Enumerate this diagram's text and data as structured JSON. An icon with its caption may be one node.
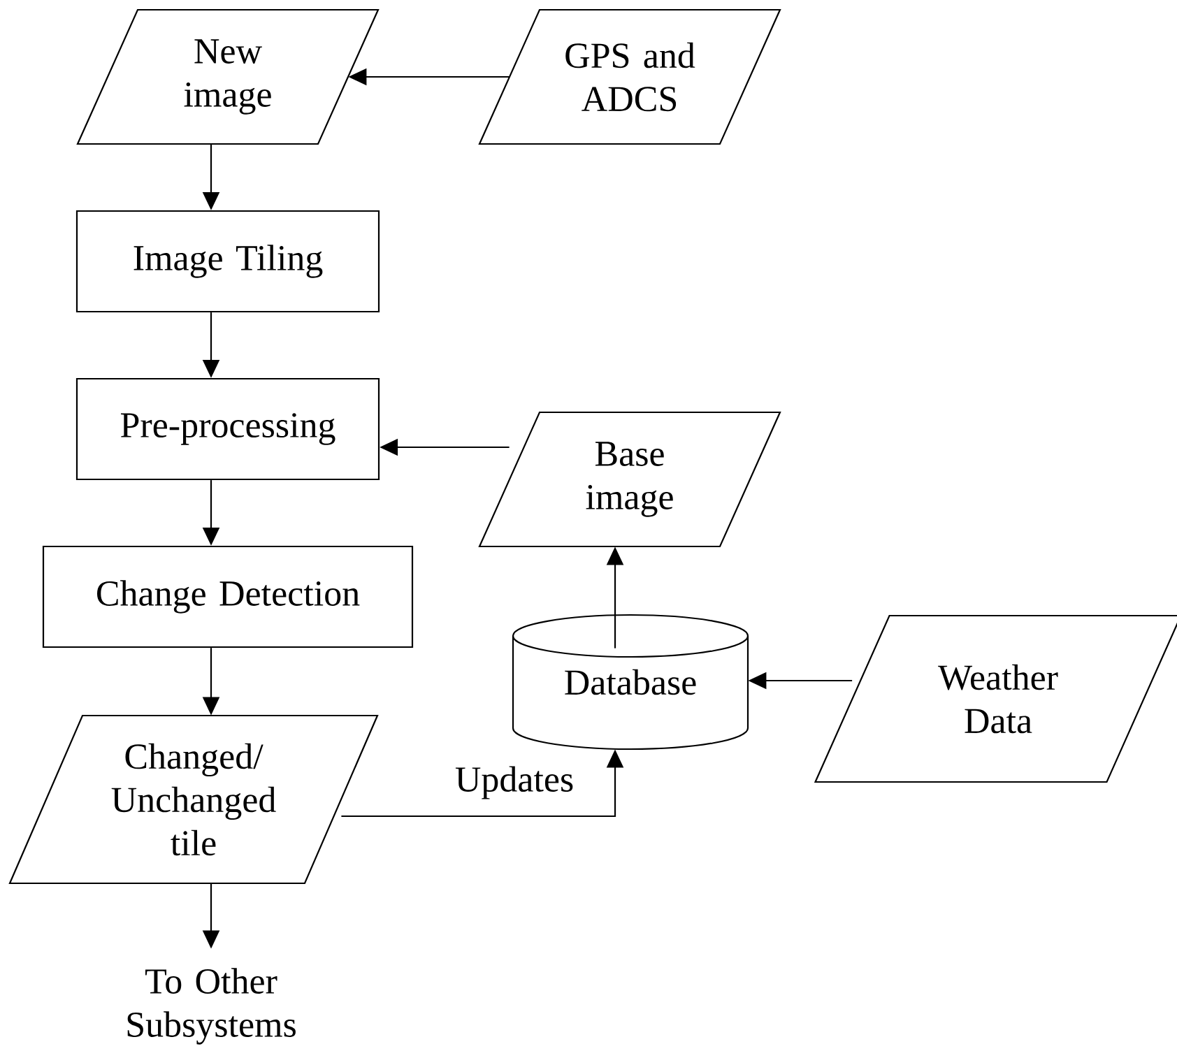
{
  "diagram": {
    "nodes": [
      {
        "text": [
          "New image"
        ]
      },
      {
        "text": [
          "GPS and ADCS"
        ]
      },
      {
        "text": [
          "Image Tiling"
        ]
      },
      {
        "text": [
          "Pre-processing"
        ]
      },
      {
        "text": [
          "Base image"
        ]
      },
      {
        "text": [
          "Change Detection"
        ]
      },
      {
        "text": [
          "Database"
        ]
      },
      {
        "text": [
          "Weather Data"
        ]
      },
      {
        "text": [
          "Changed/ Unchanged tile"
        ]
      },
      {
        "text": [
          "To Other Subsystems"
        ]
      }
    ],
    "edges": [
      {
        "from": 1,
        "to": 0,
        "arrow": "to"
      },
      {
        "from": 0,
        "to": 2,
        "arrow": "to"
      },
      {
        "from": 2,
        "to": 3,
        "arrow": "to"
      },
      {
        "from": 4,
        "to": 3,
        "arrow": "to"
      },
      {
        "from": 3,
        "to": 5,
        "arrow": "to"
      },
      {
        "from": 5,
        "to": 8,
        "arrow": "to"
      },
      {
        "from": 6,
        "to": 4,
        "arrow": "to"
      },
      {
        "from": 7,
        "to": 6,
        "arrow": "to"
      },
      {
        "from": 8,
        "to": 6,
        "arrow": "to",
        "label": "Updates"
      },
      {
        "from": 8,
        "to": 9,
        "arrow": "to"
      }
    ]
  }
}
